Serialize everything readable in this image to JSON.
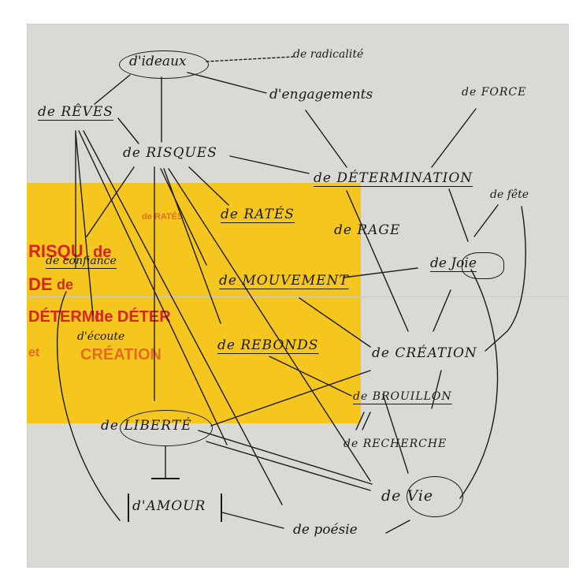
{
  "words": {
    "ideaux": "d'ideaux",
    "radicalite": "de radicalité",
    "engagements": "d'engagements",
    "force": "de FORCE",
    "reves": "de RÊVES",
    "risques": "de RISQUES",
    "determination": "de DÉTERMINATION",
    "fete": "de fête",
    "rates": "de RATÉS",
    "rage": "de RAGE",
    "joie": "de Joie",
    "mouvement": "de MOUVEMENT",
    "confiance": "de confiance",
    "ecoute": "d'écoute",
    "rebonds": "de REBONDS",
    "creation": "de CRÉATION",
    "brouillon": "de BROUILLON",
    "liberte": "de LIBERTÉ",
    "recherche": "de RECHERCHE",
    "vie": "de Vie",
    "amour": "d'AMOUR",
    "poesie": "de poésie"
  },
  "red_stencil": {
    "risqu": "RISQU",
    "de1": "de",
    "de_block": "DE",
    "de2": "de",
    "determ": "DÉTERMI",
    "de3": "de DÉTER",
    "creation": "CRÉATION",
    "et": "et",
    "ratés_smudge": "de RATÉS"
  },
  "colors": {
    "paper": "#d9d9d6",
    "yellow": "#f5c61e",
    "ink": "#1c1a17",
    "red": "#d8231f"
  }
}
